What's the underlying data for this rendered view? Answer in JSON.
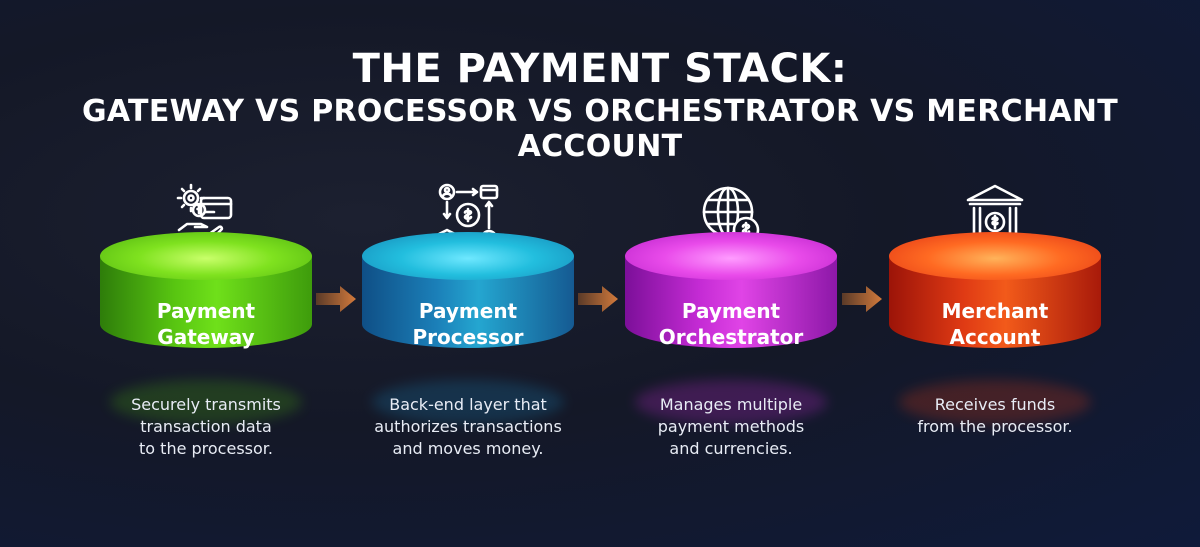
{
  "title": {
    "line1": "THE PAYMENT STACK:",
    "line2": "GATEWAY VS PROCESSOR VS ORCHESTRATOR VS MERCHANT ACCOUNT"
  },
  "stages": [
    {
      "icon": "card-gear-hand-icon",
      "label_line1": "Payment",
      "label_line2": "Gateway",
      "desc_line1": "Securely transmits",
      "desc_line2": "transaction data",
      "desc_line3": "to the processor.",
      "color": "#6fe01a"
    },
    {
      "icon": "dollar-flow-icon",
      "label_line1": "Payment",
      "label_line2": "Processor",
      "desc_line1": "Back-end layer that",
      "desc_line2": "authorizes transactions",
      "desc_line3": "and moves money.",
      "color": "#24a6d0"
    },
    {
      "icon": "globe-dollar-icon",
      "label_line1": "Payment",
      "label_line2": "Orchestrator",
      "desc_line1": "Manages multiple",
      "desc_line2": "payment methods",
      "desc_line3": "and currencies.",
      "color": "#e044e6"
    },
    {
      "icon": "bank-dollar-icon",
      "label_line1": "Merchant",
      "label_line2": "Account",
      "desc_line1": "Receives funds",
      "desc_line2": "from the processor.",
      "desc_line3": "",
      "color": "#f25a1a"
    }
  ],
  "arrow_color": "#c9743a"
}
